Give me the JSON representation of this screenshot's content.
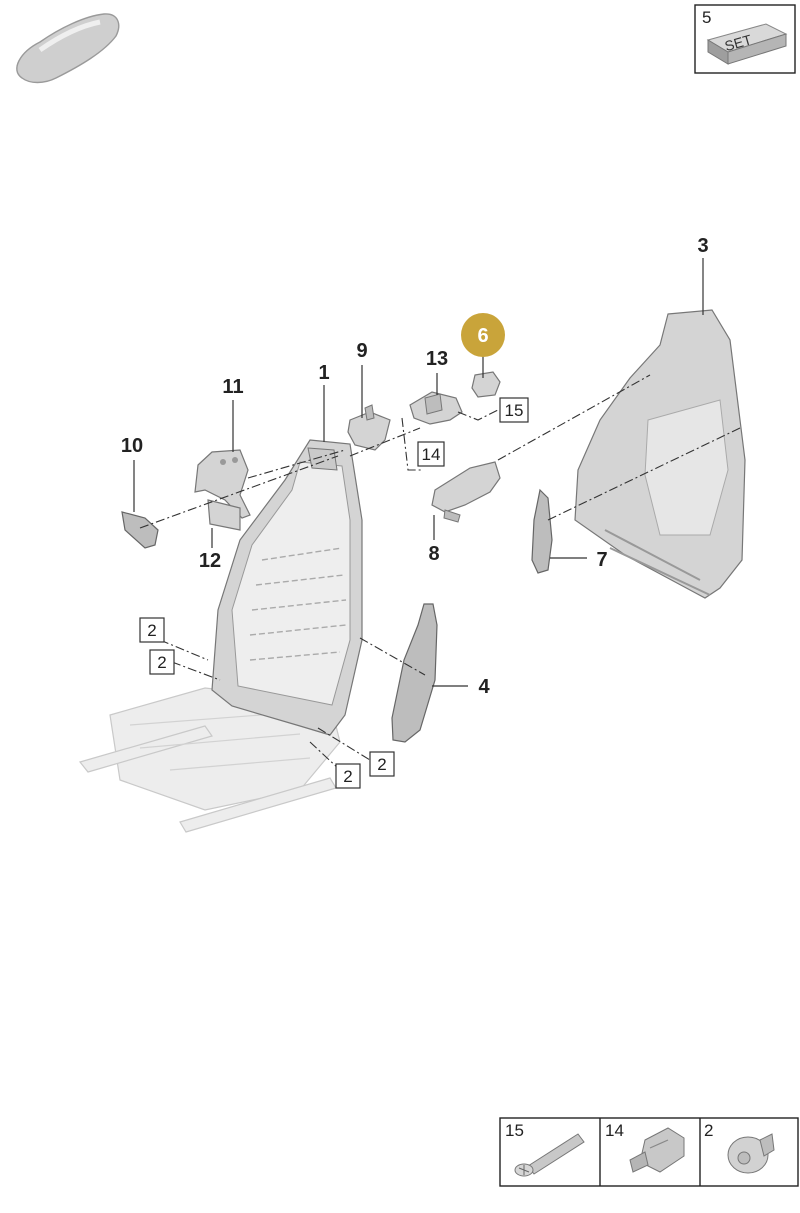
{
  "callouts": {
    "c1": "1",
    "c3": "3",
    "c4": "4",
    "c6": "6",
    "c7": "7",
    "c8": "8",
    "c9": "9",
    "c10": "10",
    "c11": "11",
    "c12": "12",
    "c13": "13"
  },
  "boxed_refs": {
    "b2a": "2",
    "b2b": "2",
    "b2c": "2",
    "b2d": "2",
    "b14": "14",
    "b15": "15"
  },
  "set_box": {
    "number": "5",
    "label": "SET"
  },
  "parts_panel": [
    {
      "number": "15",
      "icon": "screw-icon"
    },
    {
      "number": "14",
      "icon": "clip-icon"
    },
    {
      "number": "2",
      "icon": "bolt-icon"
    }
  ],
  "colors": {
    "highlight": "#c9a43a",
    "line": "#333333",
    "part": "#d4d4d4"
  },
  "highlighted_part": "6"
}
